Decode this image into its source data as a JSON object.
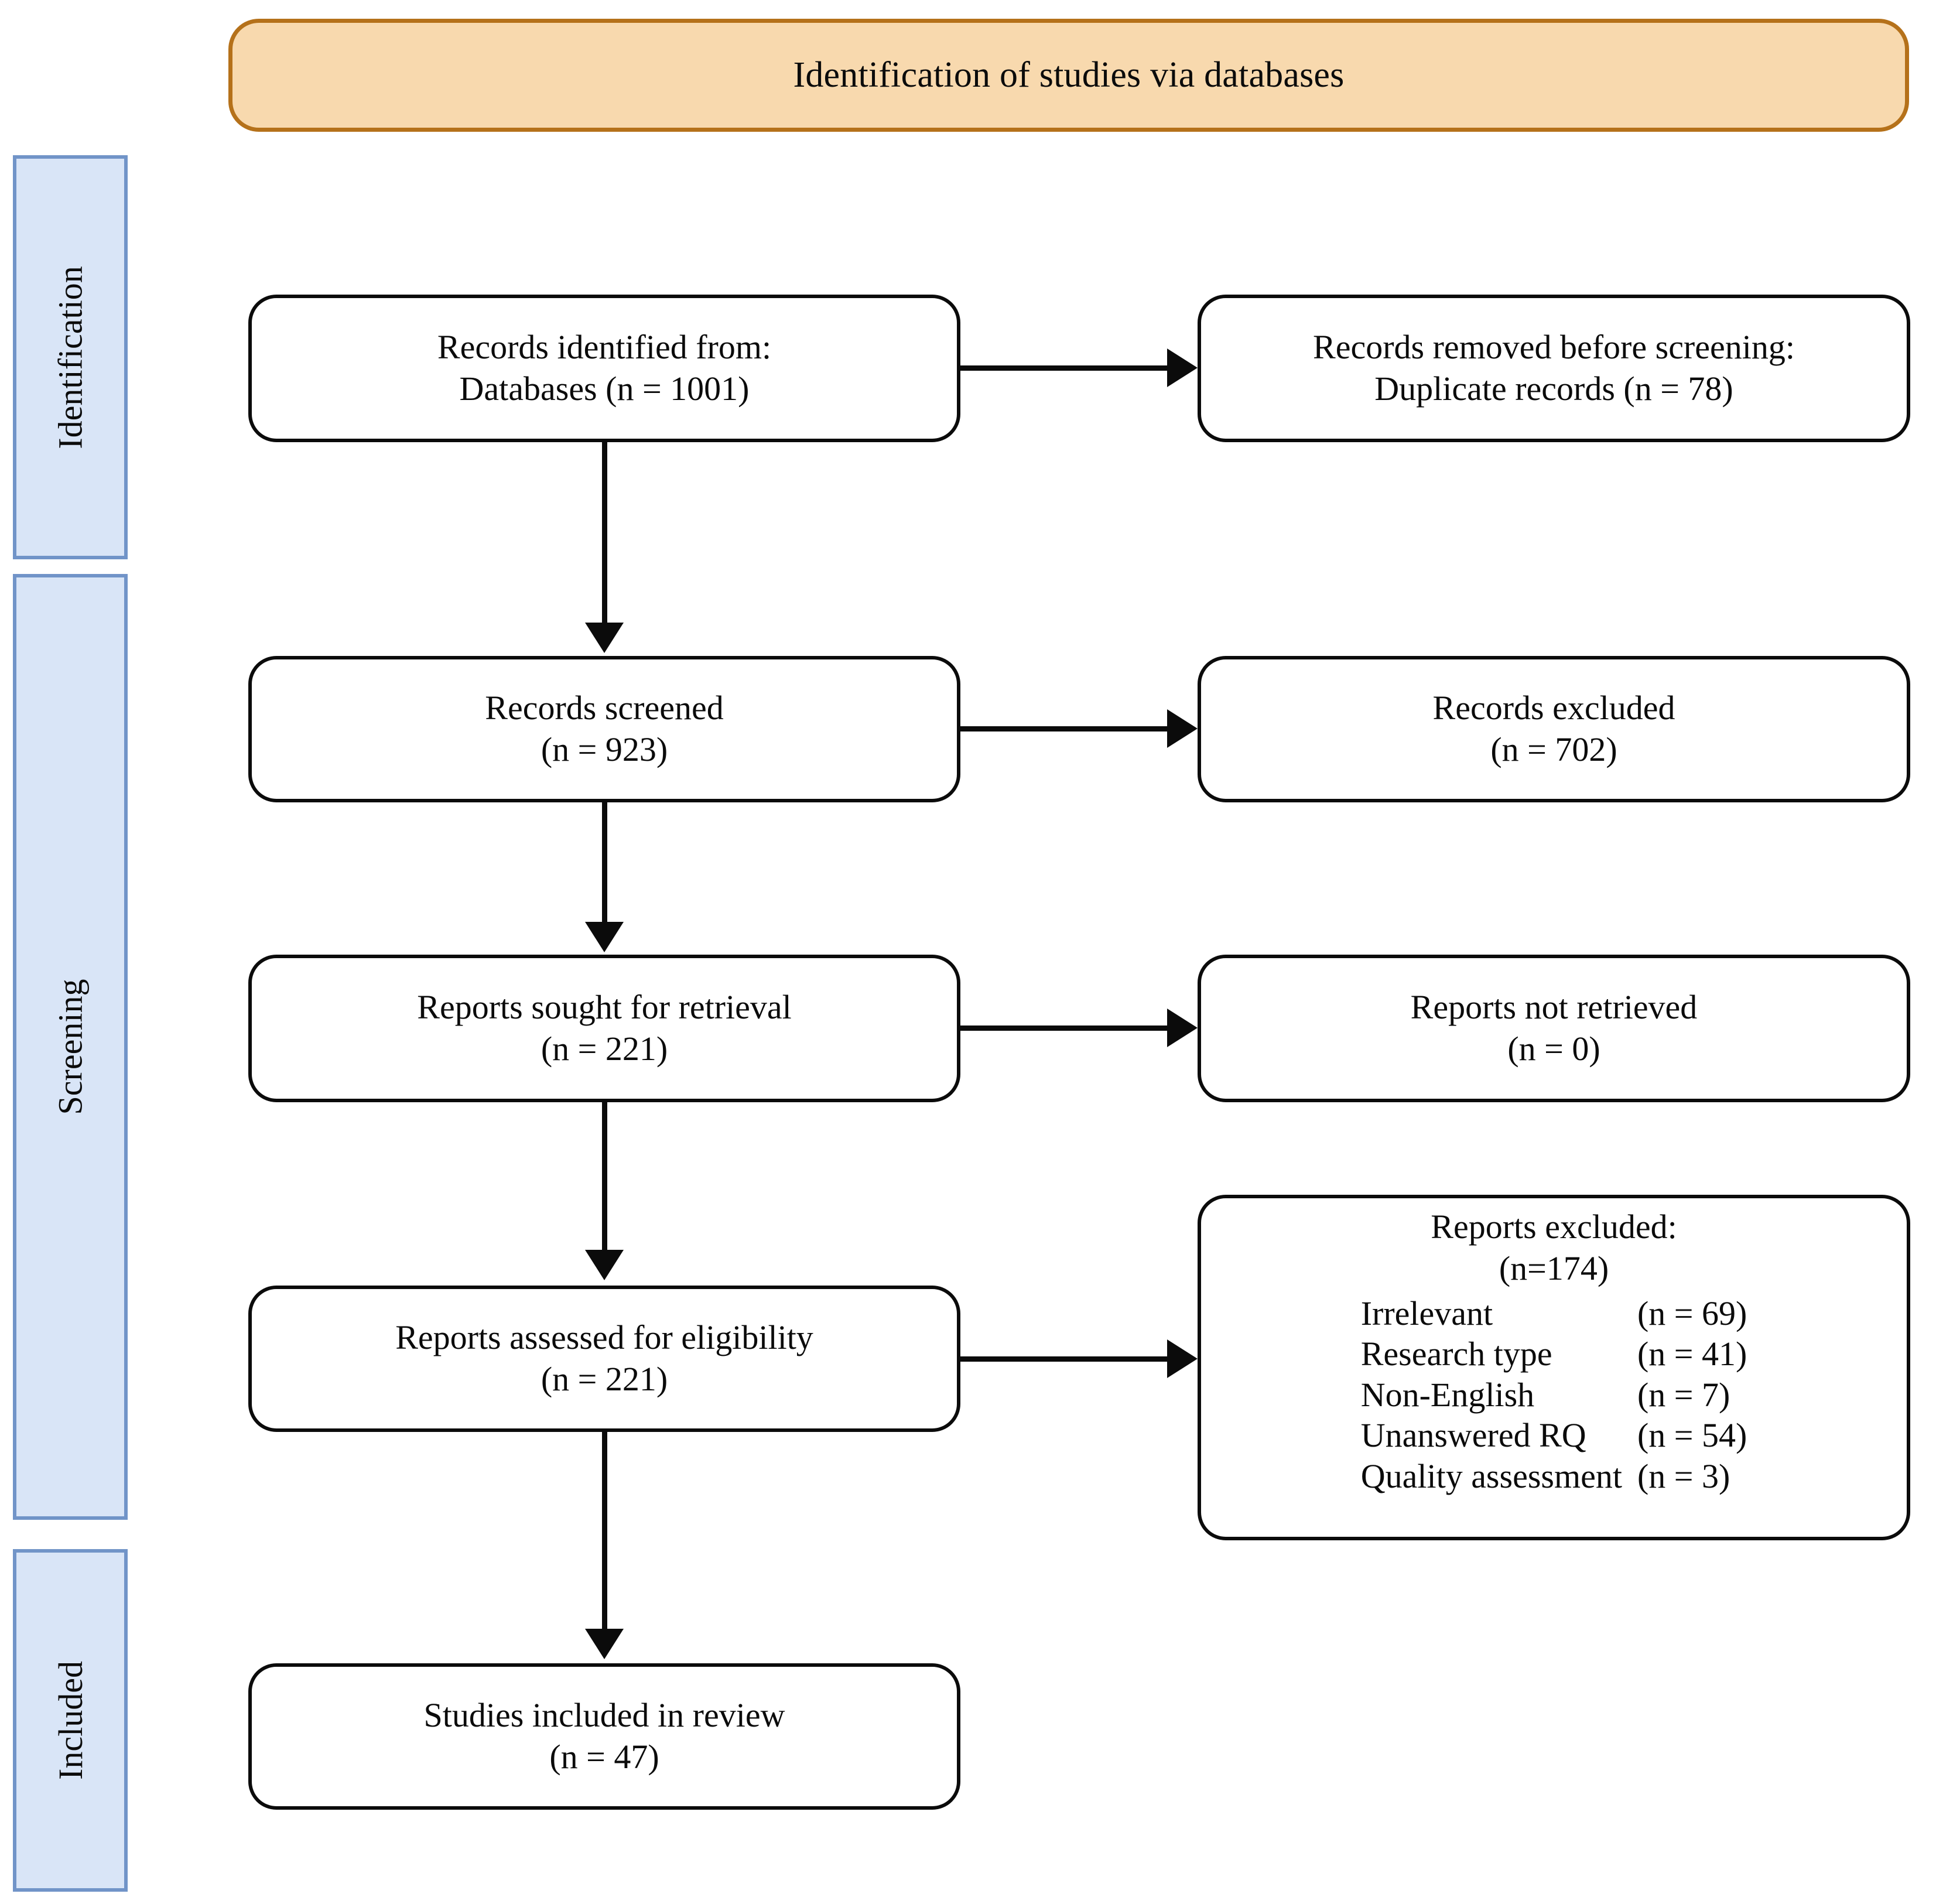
{
  "header": {
    "title": "Identification of studies via databases",
    "fill_color": "#F8D9AE",
    "border_color": "#B5711A"
  },
  "phases": {
    "fill_color": "#D9E5F7",
    "border_color": "#7194C8",
    "items": [
      {
        "id": "identification",
        "label": "Identification"
      },
      {
        "id": "screening",
        "label": "Screening"
      },
      {
        "id": "included",
        "label": "Included"
      }
    ]
  },
  "flow": {
    "identified": {
      "line1": "Records identified from:",
      "line2": "Databases (n = 1001)"
    },
    "removed": {
      "line1": "Records removed before screening:",
      "line2": "Duplicate records (n = 78)"
    },
    "screened": {
      "line1": "Records screened",
      "line2": "(n = 923)"
    },
    "excluded_screen": {
      "line1": "Records excluded",
      "line2": "(n = 702)"
    },
    "sought": {
      "line1": "Reports sought for retrieval",
      "line2": "(n = 221)"
    },
    "not_retrieved": {
      "line1": "Reports not retrieved",
      "line2": "(n = 0)"
    },
    "assessed": {
      "line1": "Reports assessed for eligibility",
      "line2": "(n = 221)"
    },
    "reports_excluded": {
      "line1": "Reports excluded:",
      "line2": "(n=174)",
      "reasons": [
        {
          "reason": "Irrelevant",
          "count": "(n = 69)"
        },
        {
          "reason": "Research type",
          "count": "(n = 41)"
        },
        {
          "reason": "Non-English",
          "count": "(n = 7)"
        },
        {
          "reason": "Unanswered RQ",
          "count": "(n = 54)"
        },
        {
          "reason": "Quality assessment",
          "count": "(n = 3)"
        }
      ]
    },
    "included": {
      "line1": "Studies included in review",
      "line2": "(n = 47)"
    }
  },
  "chart_data": {
    "type": "diagram",
    "title": "Identification of studies via databases",
    "diagram_kind": "PRISMA flow diagram",
    "nodes": [
      {
        "id": "identified",
        "phase": "Identification",
        "label": "Records identified from: Databases",
        "n": 1001
      },
      {
        "id": "removed",
        "phase": "Identification",
        "label": "Records removed before screening: Duplicate records",
        "n": 78
      },
      {
        "id": "screened",
        "phase": "Screening",
        "label": "Records screened",
        "n": 923
      },
      {
        "id": "excluded_screen",
        "phase": "Screening",
        "label": "Records excluded",
        "n": 702
      },
      {
        "id": "sought",
        "phase": "Screening",
        "label": "Reports sought for retrieval",
        "n": 221
      },
      {
        "id": "not_retrieved",
        "phase": "Screening",
        "label": "Reports not retrieved",
        "n": 0
      },
      {
        "id": "assessed",
        "phase": "Screening",
        "label": "Reports assessed for eligibility",
        "n": 221
      },
      {
        "id": "reports_excluded",
        "phase": "Screening",
        "label": "Reports excluded",
        "n": 174,
        "breakdown": [
          {
            "reason": "Irrelevant",
            "n": 69
          },
          {
            "reason": "Research type",
            "n": 41
          },
          {
            "reason": "Non-English",
            "n": 7
          },
          {
            "reason": "Unanswered RQ",
            "n": 54
          },
          {
            "reason": "Quality assessment",
            "n": 3
          }
        ]
      },
      {
        "id": "included",
        "phase": "Included",
        "label": "Studies included in review",
        "n": 47
      }
    ],
    "edges": [
      {
        "from": "identified",
        "to": "removed",
        "direction": "right"
      },
      {
        "from": "identified",
        "to": "screened",
        "direction": "down"
      },
      {
        "from": "screened",
        "to": "excluded_screen",
        "direction": "right"
      },
      {
        "from": "screened",
        "to": "sought",
        "direction": "down"
      },
      {
        "from": "sought",
        "to": "not_retrieved",
        "direction": "right"
      },
      {
        "from": "sought",
        "to": "assessed",
        "direction": "down"
      },
      {
        "from": "assessed",
        "to": "reports_excluded",
        "direction": "right"
      },
      {
        "from": "assessed",
        "to": "included",
        "direction": "down"
      }
    ]
  }
}
